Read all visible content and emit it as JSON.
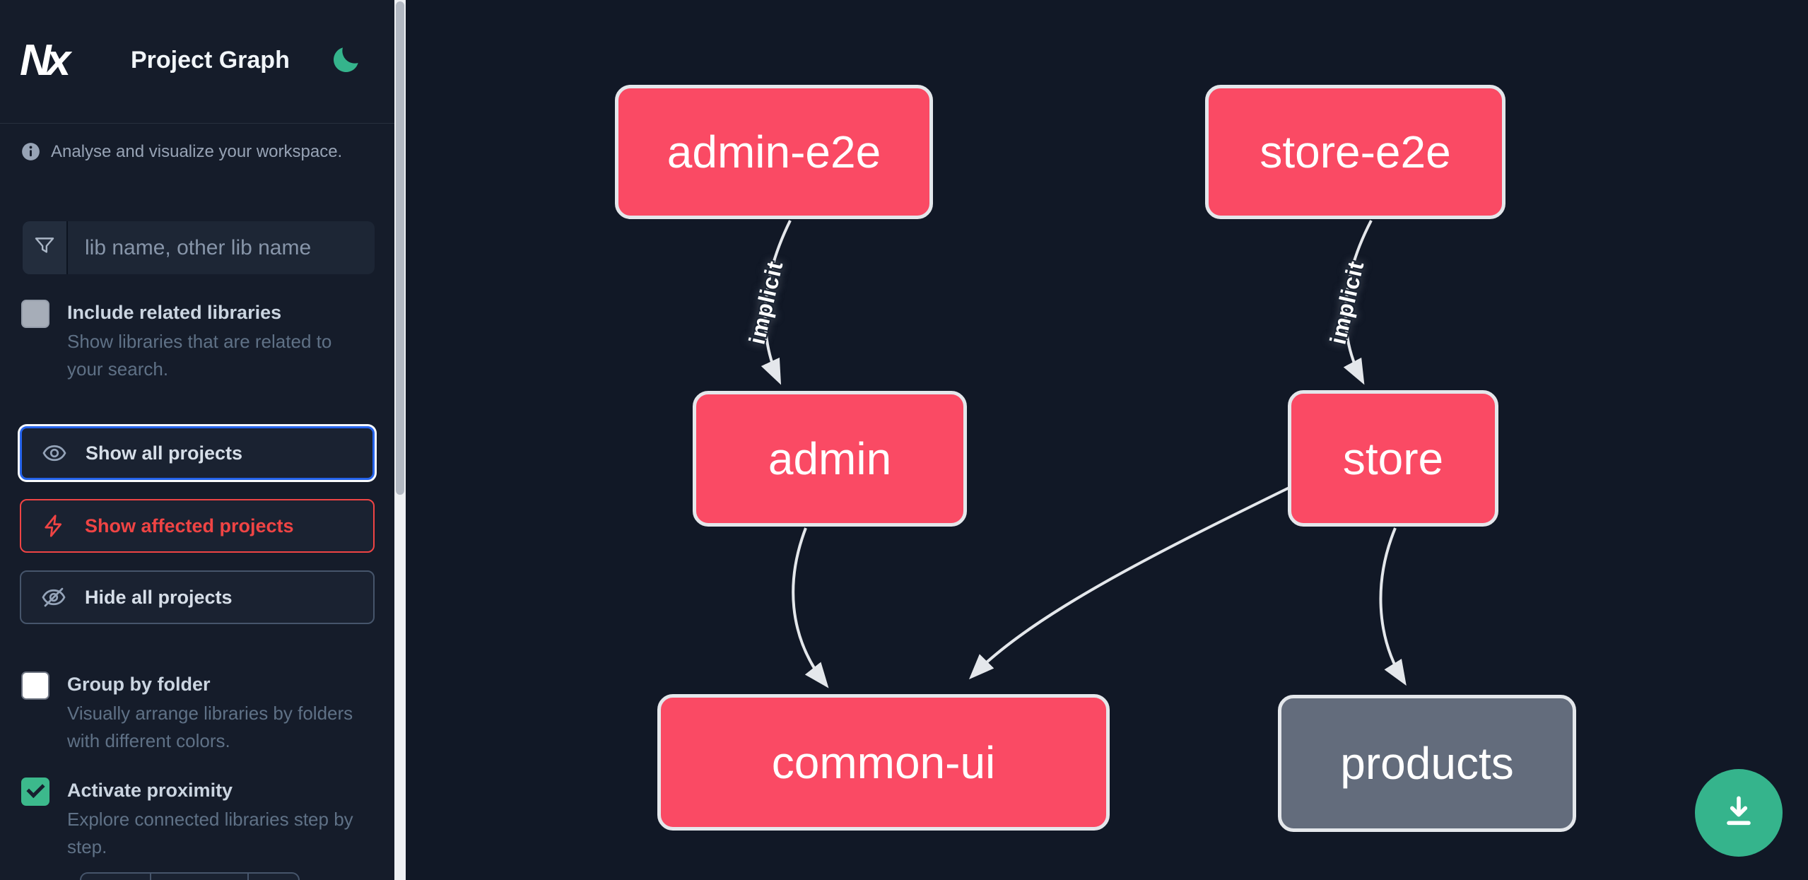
{
  "header": {
    "logo": "Nx",
    "title": "Project Graph"
  },
  "sidebar": {
    "tagline": "Analyse and visualize your workspace.",
    "search": {
      "placeholder": "lib name, other lib name",
      "value": ""
    },
    "include_related": {
      "label": "Include related libraries",
      "description": "Show libraries that are related to your search.",
      "checked": false
    },
    "actions": {
      "show_all": {
        "label": "Show all projects",
        "active": true
      },
      "show_affected": {
        "label": "Show affected projects",
        "active": false
      },
      "hide_all": {
        "label": "Hide all projects",
        "active": false
      }
    },
    "group_by_folder": {
      "label": "Group by folder",
      "description": "Visually arrange libraries by folders with different colors.",
      "checked": false
    },
    "activate_proximity": {
      "label": "Activate proximity",
      "description": "Explore connected libraries step by step.",
      "checked": true
    }
  },
  "graph": {
    "nodes": [
      {
        "id": "admin-e2e",
        "label": "admin-e2e",
        "color": "pink"
      },
      {
        "id": "store-e2e",
        "label": "store-e2e",
        "color": "pink"
      },
      {
        "id": "admin",
        "label": "admin",
        "color": "pink"
      },
      {
        "id": "store",
        "label": "store",
        "color": "pink"
      },
      {
        "id": "common-ui",
        "label": "common-ui",
        "color": "pink"
      },
      {
        "id": "products",
        "label": "products",
        "color": "gray"
      }
    ],
    "edges": [
      {
        "from": "admin-e2e",
        "to": "admin",
        "label": "implicit"
      },
      {
        "from": "store-e2e",
        "to": "store",
        "label": "implicit"
      },
      {
        "from": "admin",
        "to": "common-ui",
        "label": ""
      },
      {
        "from": "store",
        "to": "common-ui",
        "label": ""
      },
      {
        "from": "store",
        "to": "products",
        "label": ""
      }
    ]
  },
  "fab": {
    "icon": "download"
  },
  "colors": {
    "node_pink": "#fa4a64",
    "node_gray": "#636c7c",
    "node_border": "#e4e7eb",
    "edge": "#e4e7eb",
    "accent_green": "#35b48c",
    "accent_blue": "#2563eb",
    "accent_red": "#ef4444",
    "sidebar_bg": "#151c2a",
    "graph_bg": "#111826"
  }
}
